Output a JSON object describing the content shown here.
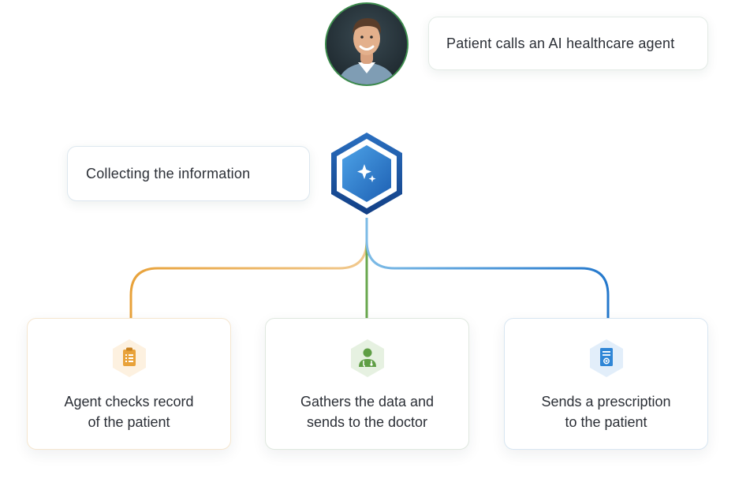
{
  "nodes": {
    "start": {
      "label": "Patient calls an AI healthcare agent"
    },
    "agent": {
      "label": "Collecting the information"
    },
    "branches": [
      {
        "line1": "Agent checks record",
        "line2": "of the patient",
        "icon": "clipboard-icon",
        "color": "#e8a23a"
      },
      {
        "line1": "Gathers the data and",
        "line2": "sends to the doctor",
        "icon": "doctor-icon",
        "color": "#6aa84f"
      },
      {
        "line1": "Sends a prescription",
        "line2": "to the patient",
        "icon": "prescription-icon",
        "color": "#2f86d6"
      }
    ]
  },
  "colors": {
    "agent_hex_dark": "#1d5fb2",
    "agent_hex_light": "#4da3e8",
    "stem": "#5fb4df",
    "orange": "#e8a23a",
    "green": "#6aa84f",
    "blue": "#2f86d6"
  },
  "icons": {
    "avatar": "patient-avatar",
    "agent": "sparkle-icon"
  }
}
